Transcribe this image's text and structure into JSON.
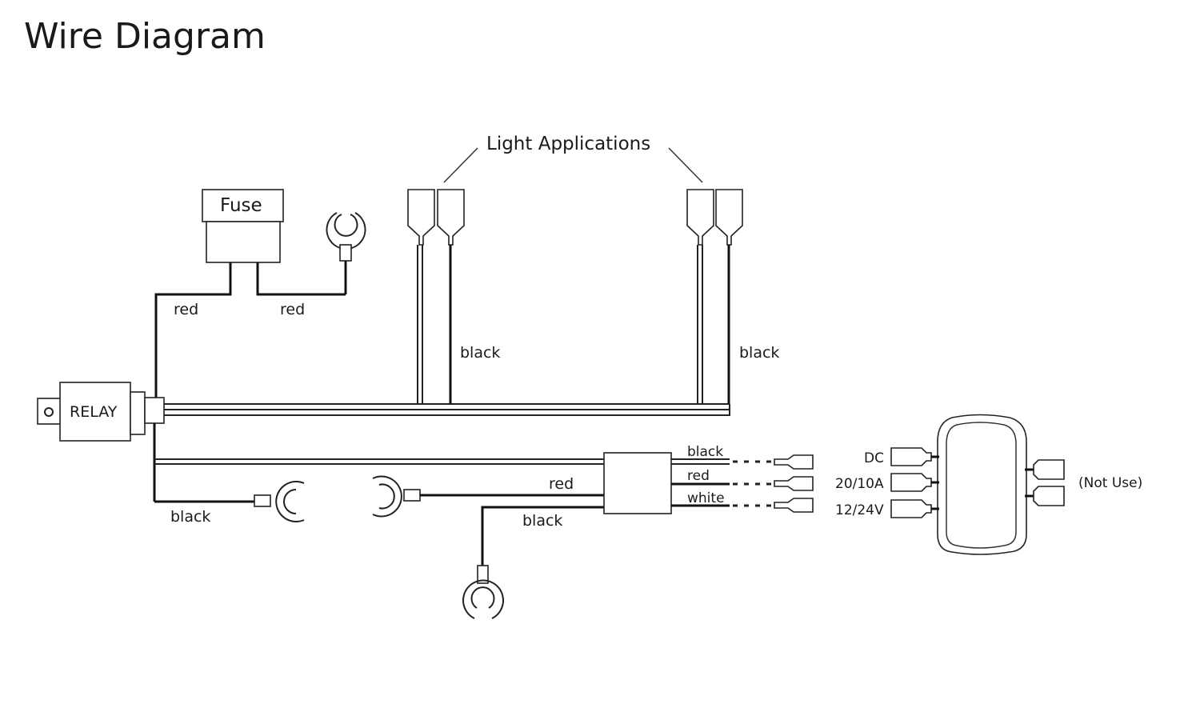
{
  "title": "Wire Diagram",
  "labels": {
    "light_applications": "Light Applications",
    "fuse": "Fuse",
    "relay": "RELAY",
    "red_fuse_left": "red",
    "red_fuse_right": "red",
    "black_light_left": "black",
    "black_light_right": "black",
    "black_ground_left": "black",
    "red_harness": "red",
    "black_harness": "black",
    "switch_black": "black",
    "switch_red": "red",
    "switch_white": "white",
    "dc": "DC",
    "amp": "20/10A",
    "volt": "12/24V",
    "not_use": "(Not Use)"
  }
}
